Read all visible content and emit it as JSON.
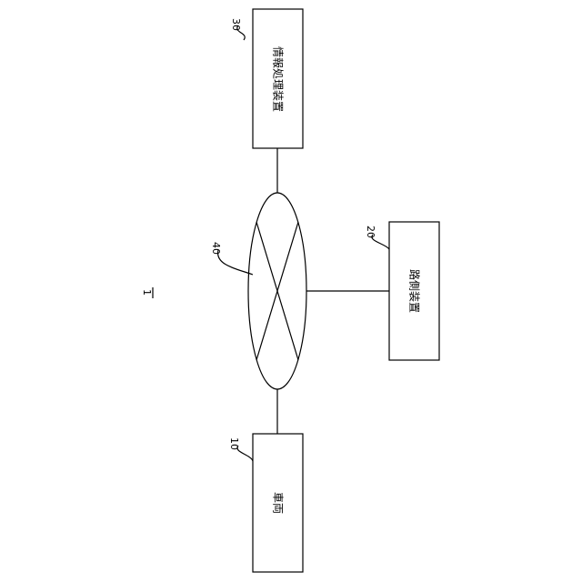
{
  "system_ref": "1",
  "nodes": {
    "vehicle": {
      "ref": "10",
      "label": "車両"
    },
    "roadside": {
      "ref": "20",
      "label": "路側装置"
    },
    "info": {
      "ref": "30",
      "label": "情報処理装置"
    },
    "network": {
      "ref": "40"
    }
  }
}
